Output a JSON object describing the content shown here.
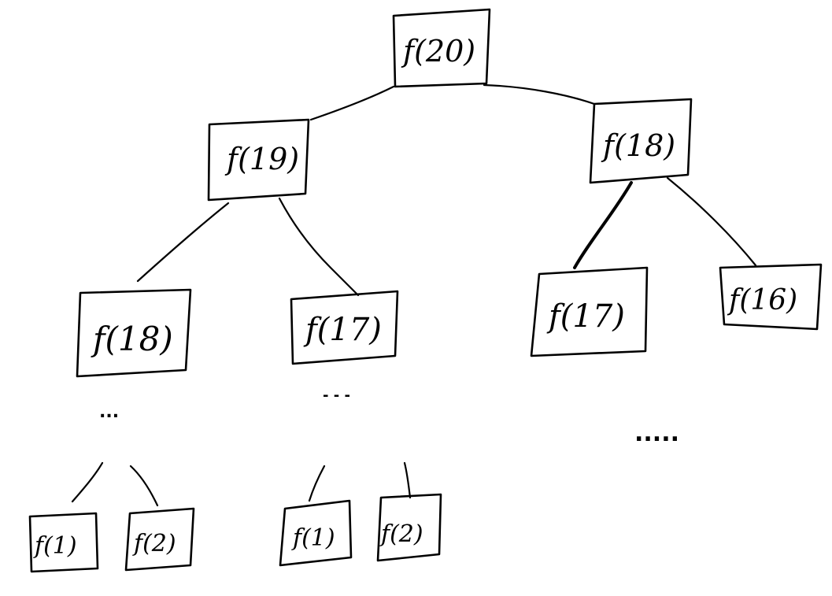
{
  "diagram": {
    "nodes": [
      {
        "id": "n20",
        "label": "f(20)"
      },
      {
        "id": "n19",
        "label": "f(19)"
      },
      {
        "id": "n18a",
        "label": "f(18)"
      },
      {
        "id": "n18b",
        "label": "f(18)"
      },
      {
        "id": "n17a",
        "label": "f(17)"
      },
      {
        "id": "n17b",
        "label": "f(17)"
      },
      {
        "id": "n16",
        "label": "f(16)"
      },
      {
        "id": "n1a",
        "label": "f(1)"
      },
      {
        "id": "n2a",
        "label": "f(2)"
      },
      {
        "id": "n1b",
        "label": "f(1)"
      },
      {
        "id": "n2b",
        "label": "f(2)"
      }
    ],
    "ellipses": [
      "...",
      "- - -",
      "....."
    ]
  }
}
